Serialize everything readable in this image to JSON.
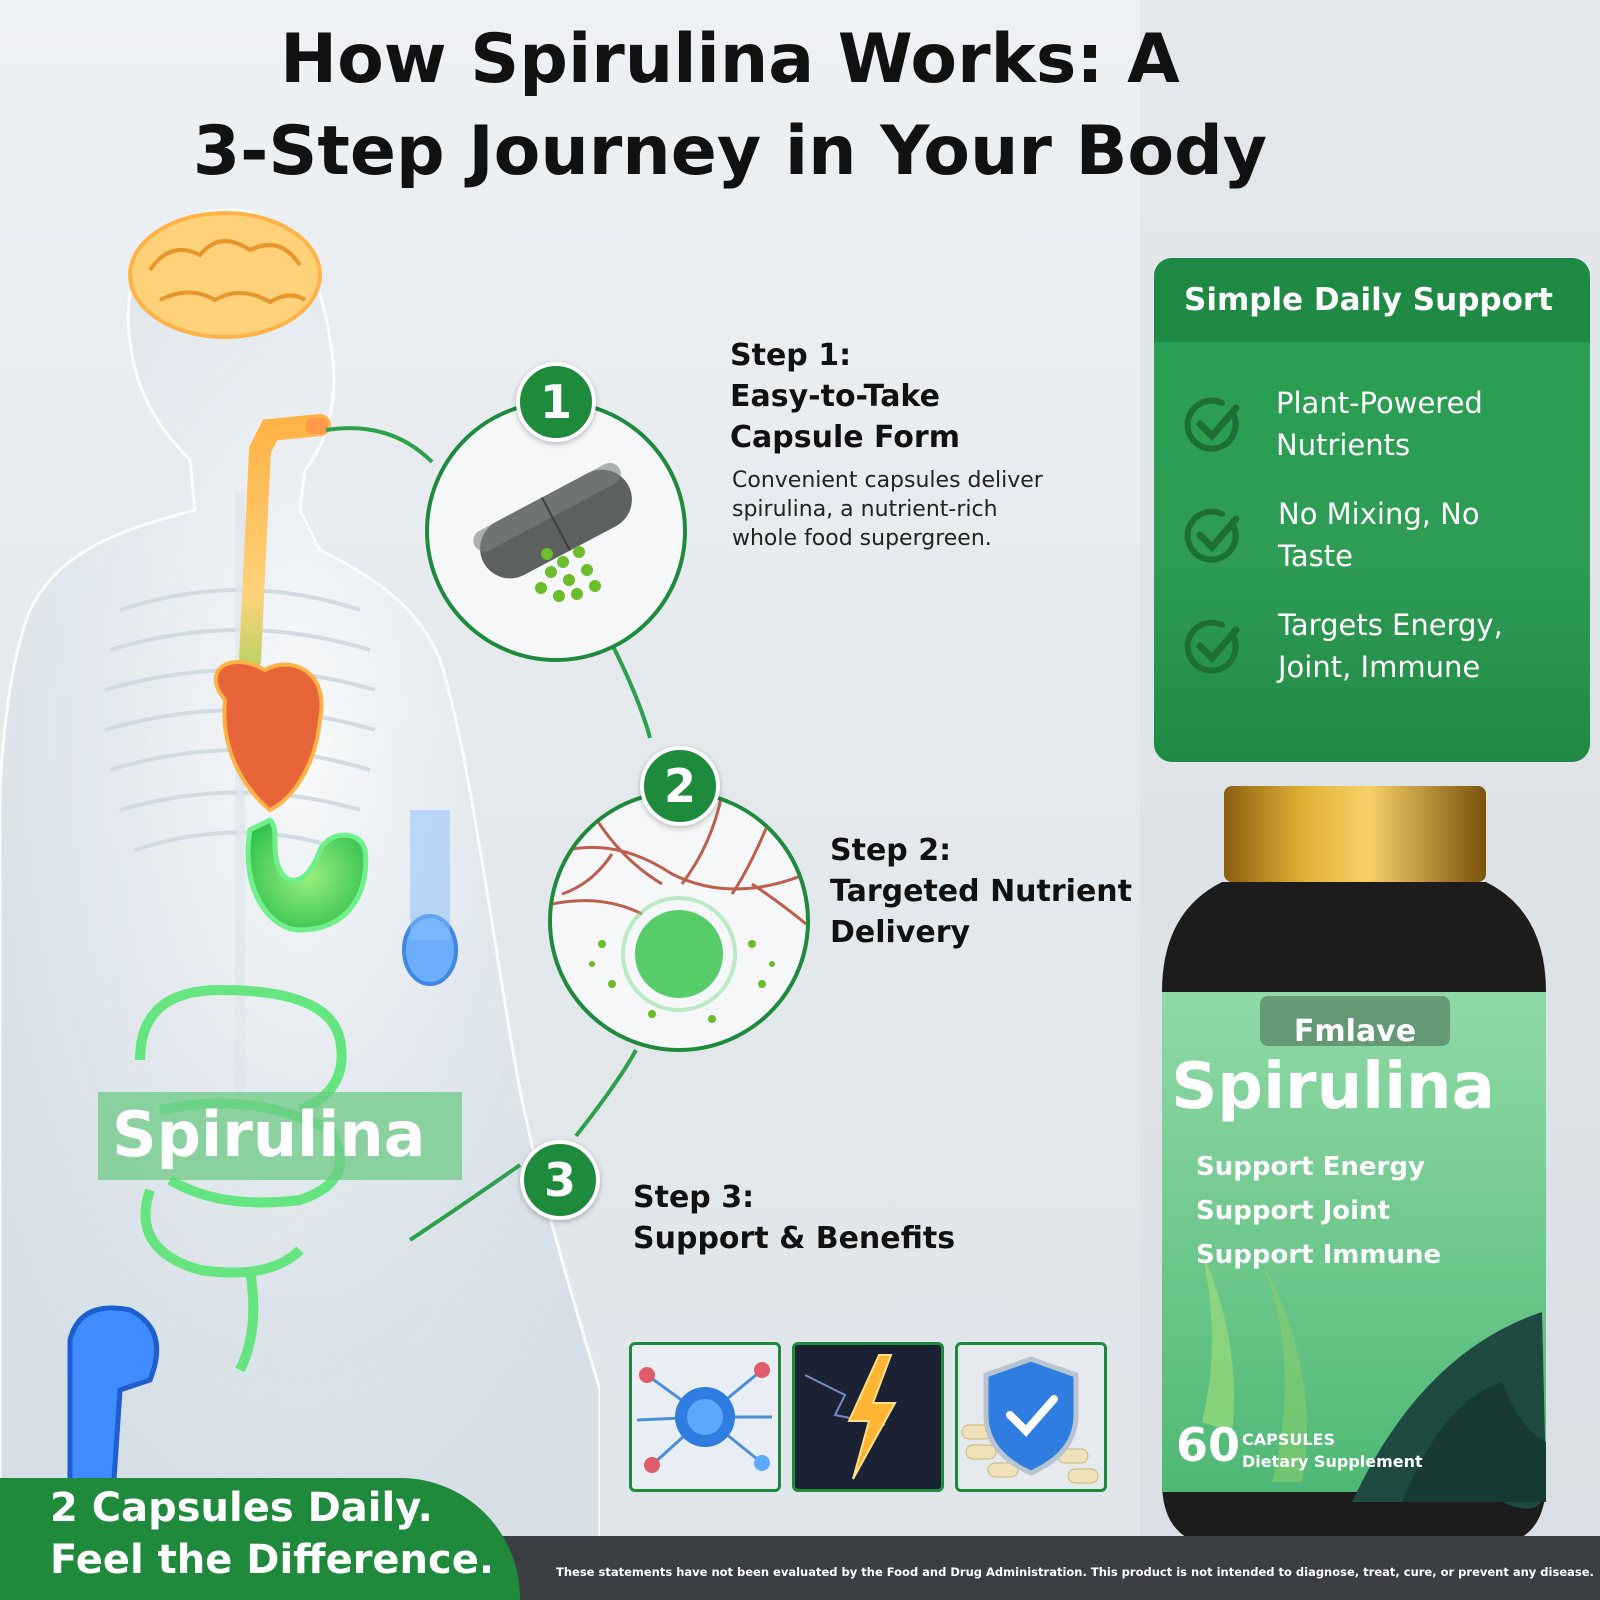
{
  "title": {
    "line1": "How Spirulina Works: A",
    "line2": "3-Step Journey in Your Body"
  },
  "figure_label": "Spirulina",
  "steps": [
    {
      "number": "1",
      "label": "Step 1:",
      "title_lines": [
        "Easy-to-Take",
        "Capsule Form"
      ],
      "description_lines": [
        "Convenient capsules deliver",
        "spirulina, a nutrient-rich",
        "whole food supergreen."
      ]
    },
    {
      "number": "2",
      "label": "Step 2:",
      "title_lines": [
        "Targeted Nutrient",
        "Delivery"
      ]
    },
    {
      "number": "3",
      "label": "Step 3:",
      "title_lines": [
        "Support & Benefits"
      ]
    }
  ],
  "panel": {
    "heading": "Simple Daily Support",
    "items": [
      {
        "lines": [
          "Plant-Powered",
          "Nutrients"
        ],
        "icon": "check-circle-icon"
      },
      {
        "lines": [
          "No Mixing, No",
          "Taste"
        ],
        "icon": "check-circle-icon"
      },
      {
        "lines": [
          "Targets Energy,",
          "Joint, Immune"
        ],
        "icon": "check-circle-icon"
      }
    ]
  },
  "bottle": {
    "brand": "Fmlave",
    "product": "Spirulina",
    "benefits": [
      "Support Energy",
      "Support Joint",
      "Support Immune"
    ],
    "count": "60",
    "count_unit": "CAPSULES",
    "type": "Dietary Supplement"
  },
  "thumbnails": [
    {
      "icon": "immune-cell-icon"
    },
    {
      "icon": "lightning-bolt-icon"
    },
    {
      "icon": "shield-check-icon"
    }
  ],
  "bottom": {
    "line1": "2 Capsules Daily.",
    "line2": "Feel the Difference.",
    "disclaimer": "These statements have not been evaluated by the Food and Drug Administration. This product is not intended to diagnose, treat, cure, or prevent any disease."
  },
  "colors": {
    "brand_green": "#1e8a3c",
    "panel_green": "#27a052",
    "bottle_cap": "#c8961c",
    "bottle_body": "#1c1c1c",
    "label_green": "#6cc98a"
  }
}
